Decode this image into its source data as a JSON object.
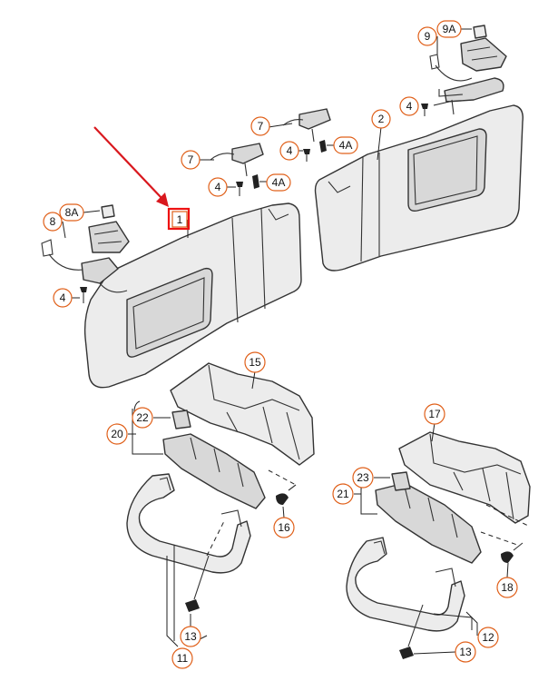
{
  "diagram": {
    "callouts": {
      "c1": "1",
      "c2": "2",
      "c4a": "4",
      "c4b": "4",
      "c4c": "4",
      "c4d": "4",
      "c4A1": "4A",
      "c4A2": "4A",
      "c7a": "7",
      "c7b": "7",
      "c8": "8",
      "c8A": "8A",
      "c9": "9",
      "c9A": "9A",
      "c11": "11",
      "c12": "12",
      "c13a": "13",
      "c13b": "13",
      "c15": "15",
      "c16": "16",
      "c17": "17",
      "c18": "18",
      "c20": "20",
      "c21": "21",
      "c22": "22",
      "c23": "23"
    },
    "highlight_color": "#d9181e",
    "callout_color": "#e0601a"
  }
}
